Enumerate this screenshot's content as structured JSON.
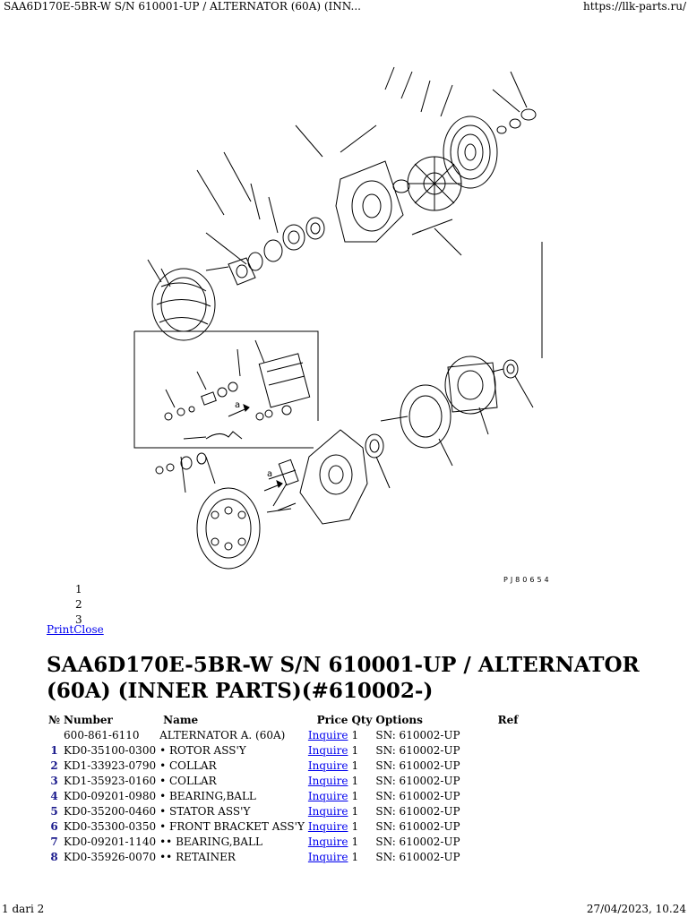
{
  "header": {
    "title": "SAA6D170E-5BR-W S/N 610001-UP / ALTERNATOR (60A) (INN...",
    "url": "https://llk-parts.ru/"
  },
  "diagram": {
    "code": "PJ80654",
    "callouts": [
      "a",
      "a"
    ]
  },
  "thumbnails": [
    "1",
    "2",
    "3"
  ],
  "links": {
    "print": "Print",
    "close": "Close"
  },
  "page_title": "SAA6D170E-5BR-W S/N 610001-UP / ALTERNATOR (60A) (INNER PARTS)(#610002-)",
  "table": {
    "headers": [
      "№",
      "Number",
      "Name",
      "Price",
      "Qty",
      "Options",
      "Ref"
    ],
    "rows": [
      {
        "no": "",
        "number": "600-861-6110",
        "name": "ALTERNATOR A. (60A)",
        "price": "Inquire",
        "qty": "1",
        "options": "SN: 610002-UP",
        "ref": ""
      },
      {
        "no": "1",
        "number": "KD0-35100-0300",
        "name": "• ROTOR ASS'Y",
        "price": "Inquire",
        "qty": "1",
        "options": "SN: 610002-UP",
        "ref": ""
      },
      {
        "no": "2",
        "number": "KD1-33923-0790",
        "name": "• COLLAR",
        "price": "Inquire",
        "qty": "1",
        "options": "SN: 610002-UP",
        "ref": ""
      },
      {
        "no": "3",
        "number": "KD1-35923-0160",
        "name": "• COLLAR",
        "price": "Inquire",
        "qty": "1",
        "options": "SN: 610002-UP",
        "ref": ""
      },
      {
        "no": "4",
        "number": "KD0-09201-0980",
        "name": "• BEARING,BALL",
        "price": "Inquire",
        "qty": "1",
        "options": "SN: 610002-UP",
        "ref": ""
      },
      {
        "no": "5",
        "number": "KD0-35200-0460",
        "name": "• STATOR ASS'Y",
        "price": "Inquire",
        "qty": "1",
        "options": "SN: 610002-UP",
        "ref": ""
      },
      {
        "no": "6",
        "number": "KD0-35300-0350",
        "name": "• FRONT BRACKET ASS'Y",
        "price": "Inquire",
        "qty": "1",
        "options": "SN: 610002-UP",
        "ref": ""
      },
      {
        "no": "7",
        "number": "KD0-09201-1140",
        "name": "•• BEARING,BALL",
        "price": "Inquire",
        "qty": "1",
        "options": "SN: 610002-UP",
        "ref": ""
      },
      {
        "no": "8",
        "number": "KD0-35926-0070",
        "name": "•• RETAINER",
        "price": "Inquire",
        "qty": "1",
        "options": "SN: 610002-UP",
        "ref": ""
      }
    ]
  },
  "footer": {
    "page": "1 dari 2",
    "datetime": "27/04/2023, 10.24"
  }
}
